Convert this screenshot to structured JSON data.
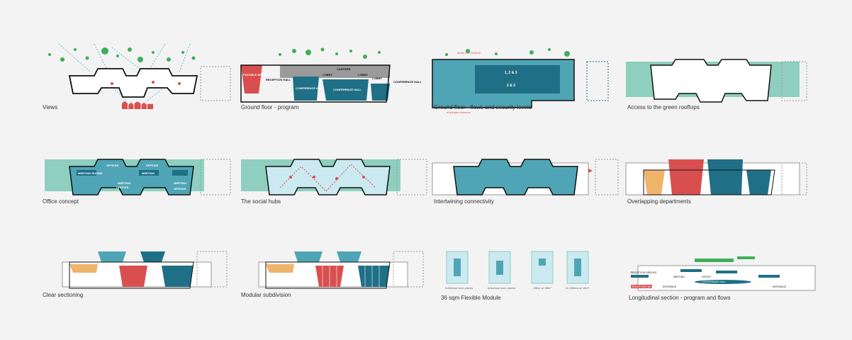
{
  "colors": {
    "teal_dark": "#1f6f86",
    "teal_light": "#8ecfc0",
    "teal_mid": "#4fa5b5",
    "red": "#d94f4f",
    "orange": "#f0b36a",
    "grey": "#9a9a9a",
    "green": "#3fae5a"
  },
  "panels": [
    {
      "caption": "Views"
    },
    {
      "caption": "Ground floor - program",
      "labels": [
        "FLEXIBLE SPACE",
        "RECEPTION HALL",
        "LOBBY",
        "CONFERENCE HALL",
        "LOBBY",
        "CONFERENCE HALL",
        "LOBBY",
        "CONFERENCE HALL",
        "CANTEEN"
      ]
    },
    {
      "caption": "Ground floor - flows and security levels",
      "labels": [
        "MAIN ENTRANCE",
        "1, 2 & 3",
        "2 & 3",
        "employee entrance"
      ]
    },
    {
      "caption": "Access to the green rooftops"
    },
    {
      "caption": "Office concept",
      "labels": [
        "MEETING ROOMS",
        "OFFICES",
        "MEETING",
        "OFFICES",
        "MEETING",
        "OFFICES",
        "MEETING",
        "OFFICES"
      ]
    },
    {
      "caption": "The social hubs"
    },
    {
      "caption": "Intertwining connectivity"
    },
    {
      "caption": "Overlapping departments"
    },
    {
      "caption": "Clear sectioning"
    },
    {
      "caption": "Modular subdivision"
    },
    {
      "caption": "36 sqm Flexible Module",
      "modules": [
        "Individual work places",
        "Individual work places",
        "Office w/ 36m²",
        "2x Offices w/ 18m²"
      ]
    },
    {
      "caption": "Longitudinal section - program and flows",
      "labels": [
        "RECEPTION SERVICE",
        "MEETING",
        "OFFICE",
        "CONFERENCE HALL",
        "RECEPTION HALL",
        "ENTRANCE",
        "ENTRANCE"
      ]
    }
  ]
}
